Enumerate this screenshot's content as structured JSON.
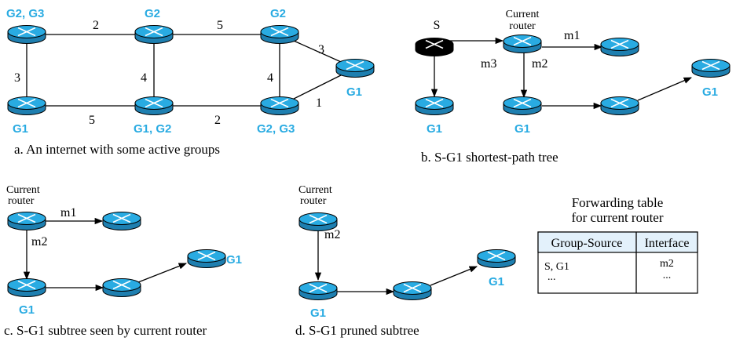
{
  "colors": {
    "router_top": "#29abe2",
    "router_side": "#1e7fb0",
    "group_label": "#29abe2",
    "source_router": "#000000"
  },
  "panel_a": {
    "caption": "a. An internet with some active groups",
    "groups": {
      "tl": "G2, G3",
      "tm": "G2",
      "tr": "G2",
      "bl": "G1",
      "bm": "G1, G2",
      "br": "G2, G3",
      "far": "G1"
    },
    "weights": {
      "tl_tm": "2",
      "tm_tr": "5",
      "tl_bl": "3",
      "tm_bm": "4",
      "tr_br": "4",
      "tr_far": "3",
      "br_far": "1",
      "bl_bm": "5",
      "bm_br": "2"
    }
  },
  "panel_b": {
    "caption": "b. S-G1 shortest-path tree",
    "source": "S",
    "current_router": [
      "Current",
      "router"
    ],
    "ifaces": {
      "m1": "m1",
      "m2": "m2",
      "m3": "m3"
    },
    "groups": {
      "left": "G1",
      "mid": "G1",
      "far": "G1"
    }
  },
  "panel_c": {
    "caption": "c. S-G1 subtree seen by current router",
    "current_router": [
      "Current",
      "router"
    ],
    "ifaces": {
      "m1": "m1",
      "m2": "m2"
    },
    "groups": {
      "bottom": "G1",
      "far": "G1"
    }
  },
  "panel_d": {
    "caption": "d. S-G1 pruned subtree",
    "current_router": [
      "Current",
      "router"
    ],
    "ifaces": {
      "m2": "m2"
    },
    "groups": {
      "bottom": "G1",
      "far": "G1"
    }
  },
  "table": {
    "title": [
      "Forwarding table",
      "for current router"
    ],
    "headers": [
      "Group-Source",
      "Interface"
    ],
    "rows": [
      [
        "S, G1",
        "m2"
      ],
      [
        "...",
        "..."
      ]
    ]
  }
}
